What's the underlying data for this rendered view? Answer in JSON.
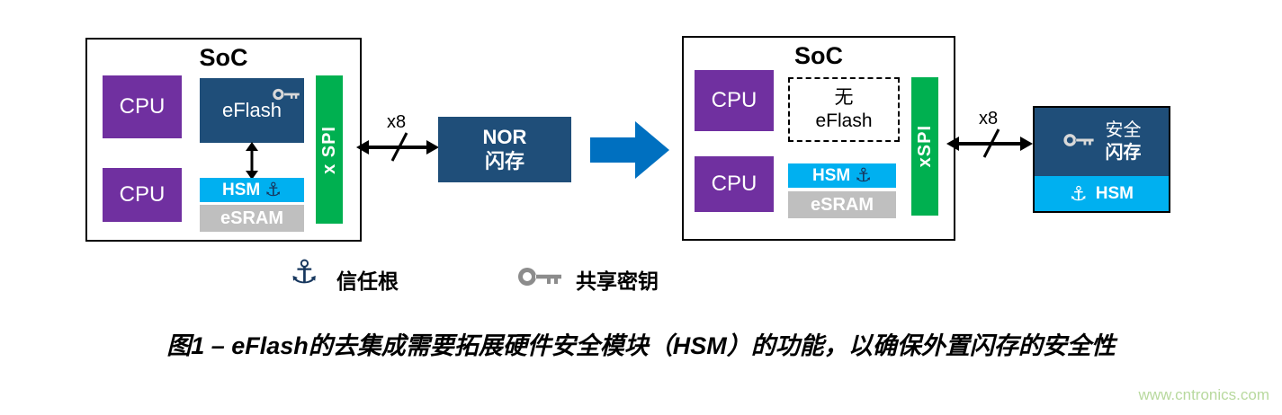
{
  "colors": {
    "cpu_purple": "#7030A0",
    "flash_navy": "#1F4E79",
    "hsm_cyan": "#00B0F0",
    "esram_gray": "#BFBFBF",
    "spi_green": "#00B050",
    "transition_blue": "#0070C0",
    "anchor_navy": "#17375E",
    "key_gray": "#8C8C8C",
    "key_light": "#D9D9D9",
    "watermark_green": "#B8D99E"
  },
  "icons": {
    "anchor_glyph": "⚓"
  },
  "left_soc": {
    "title": "SoC",
    "cpu_top": "CPU",
    "cpu_bottom": "CPU",
    "eflash": "eFlash",
    "hsm": "HSM",
    "esram": "eSRAM",
    "spi": "x SPI"
  },
  "left_bus": {
    "label": "x8"
  },
  "nor_flash": {
    "line1": "NOR",
    "line2": "闪存"
  },
  "right_soc": {
    "title": "SoC",
    "cpu_top": "CPU",
    "cpu_bottom": "CPU",
    "no_eflash_line1": "无",
    "no_eflash_line2": "eFlash",
    "hsm": "HSM",
    "esram": "eSRAM",
    "spi": "xSPI"
  },
  "right_bus": {
    "label": "x8"
  },
  "secure_flash": {
    "line1": "安全",
    "line2": "闪存",
    "hsm": "HSM"
  },
  "legend": {
    "root_of_trust": "信任根",
    "shared_key": "共享密钥"
  },
  "caption": "图1 – eFlash的去集成需要拓展硬件安全模块（HSM）的功能，以确保外置闪存的安全性",
  "watermark": "www.cntronics.com"
}
